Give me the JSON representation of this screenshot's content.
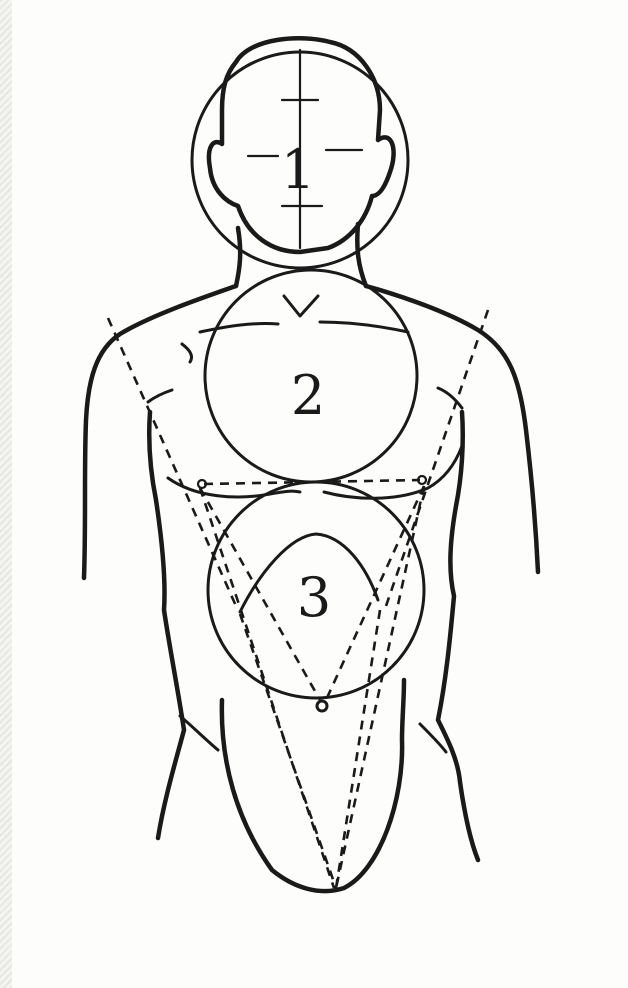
{
  "labels": {
    "head_circle": "1",
    "chest_circle": "2",
    "abdomen_circle": "3"
  },
  "colors": {
    "ink": "#1a1a1a",
    "paper": "#fdfdfb"
  }
}
